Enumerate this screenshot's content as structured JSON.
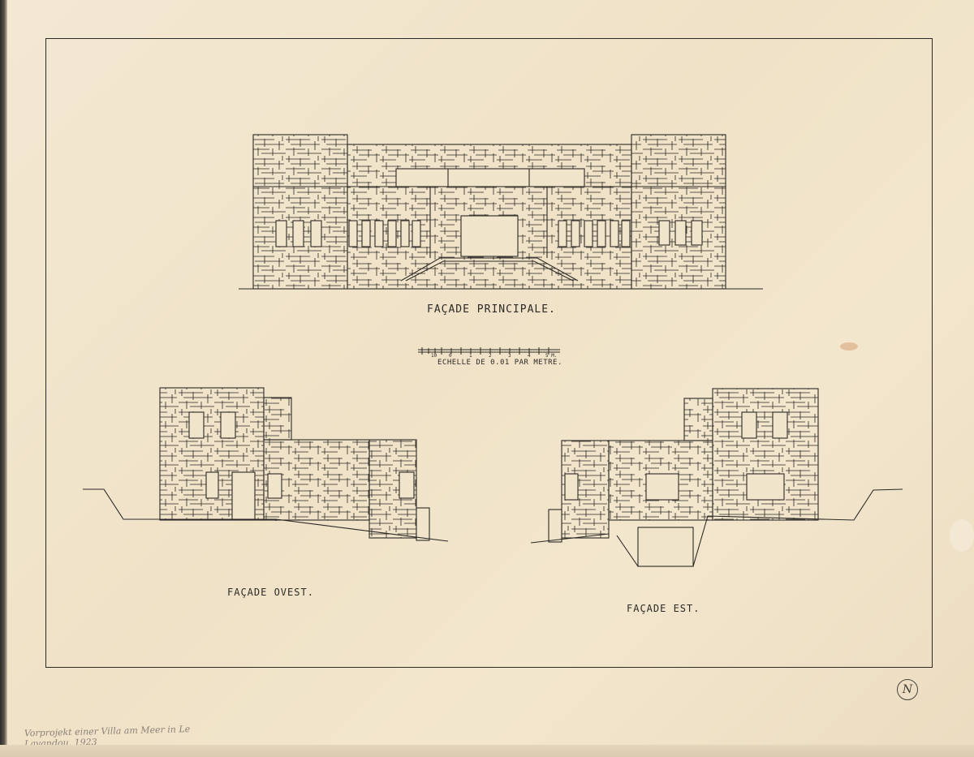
{
  "sheet": {
    "title_principale": "FAÇADE PRINCIPALE.",
    "title_ouest": "FAÇADE OVEST.",
    "title_est": "FAÇADE EST.",
    "scale_text": "ECHELLE DE 0.01 PAR METRE.",
    "scale_ticks": [
      "10",
      "0",
      "1",
      "2",
      "3",
      "4",
      "5 M."
    ],
    "north_mark": "N",
    "pencil_note": "Vorprojekt einer Villa am Meer in Le Lavandou, 1923"
  },
  "colors": {
    "paper": "#f1e6cf",
    "ink": "#2c2926"
  }
}
